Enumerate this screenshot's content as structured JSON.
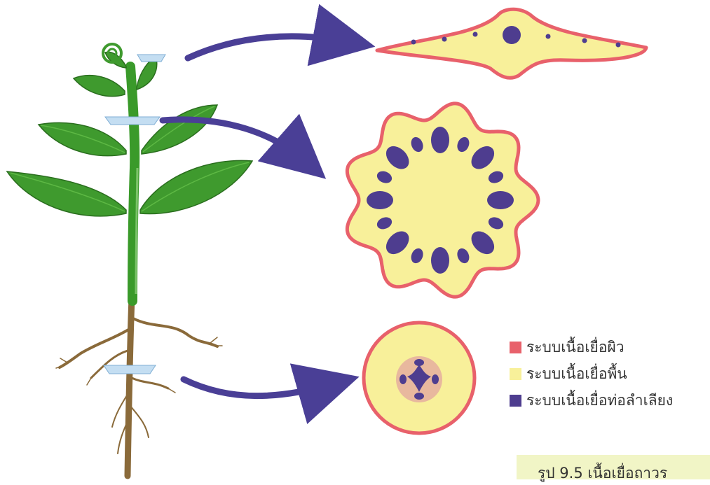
{
  "colors": {
    "epidermal": "#e8616b",
    "ground": "#f8f09a",
    "vascular": "#4e3d8f",
    "arrow": "#4a3f96",
    "leaf": "#3f9a2e",
    "stem": "#3a9a2a",
    "root": "#8a6a3a",
    "cut_marker": "#c4def2"
  },
  "legend": [
    {
      "label": "ระบบเนื้อเยื่อผิว",
      "color": "#e8616b"
    },
    {
      "label": "ระบบเนื้อเยื่อพื้น",
      "color": "#f8f09a"
    },
    {
      "label": "ระบบเนื้อเยื่อท่อลำเลียง",
      "color": "#4e3d8f"
    }
  ],
  "caption": "รูป 9.5 เนื้อเยื่อถาวร"
}
